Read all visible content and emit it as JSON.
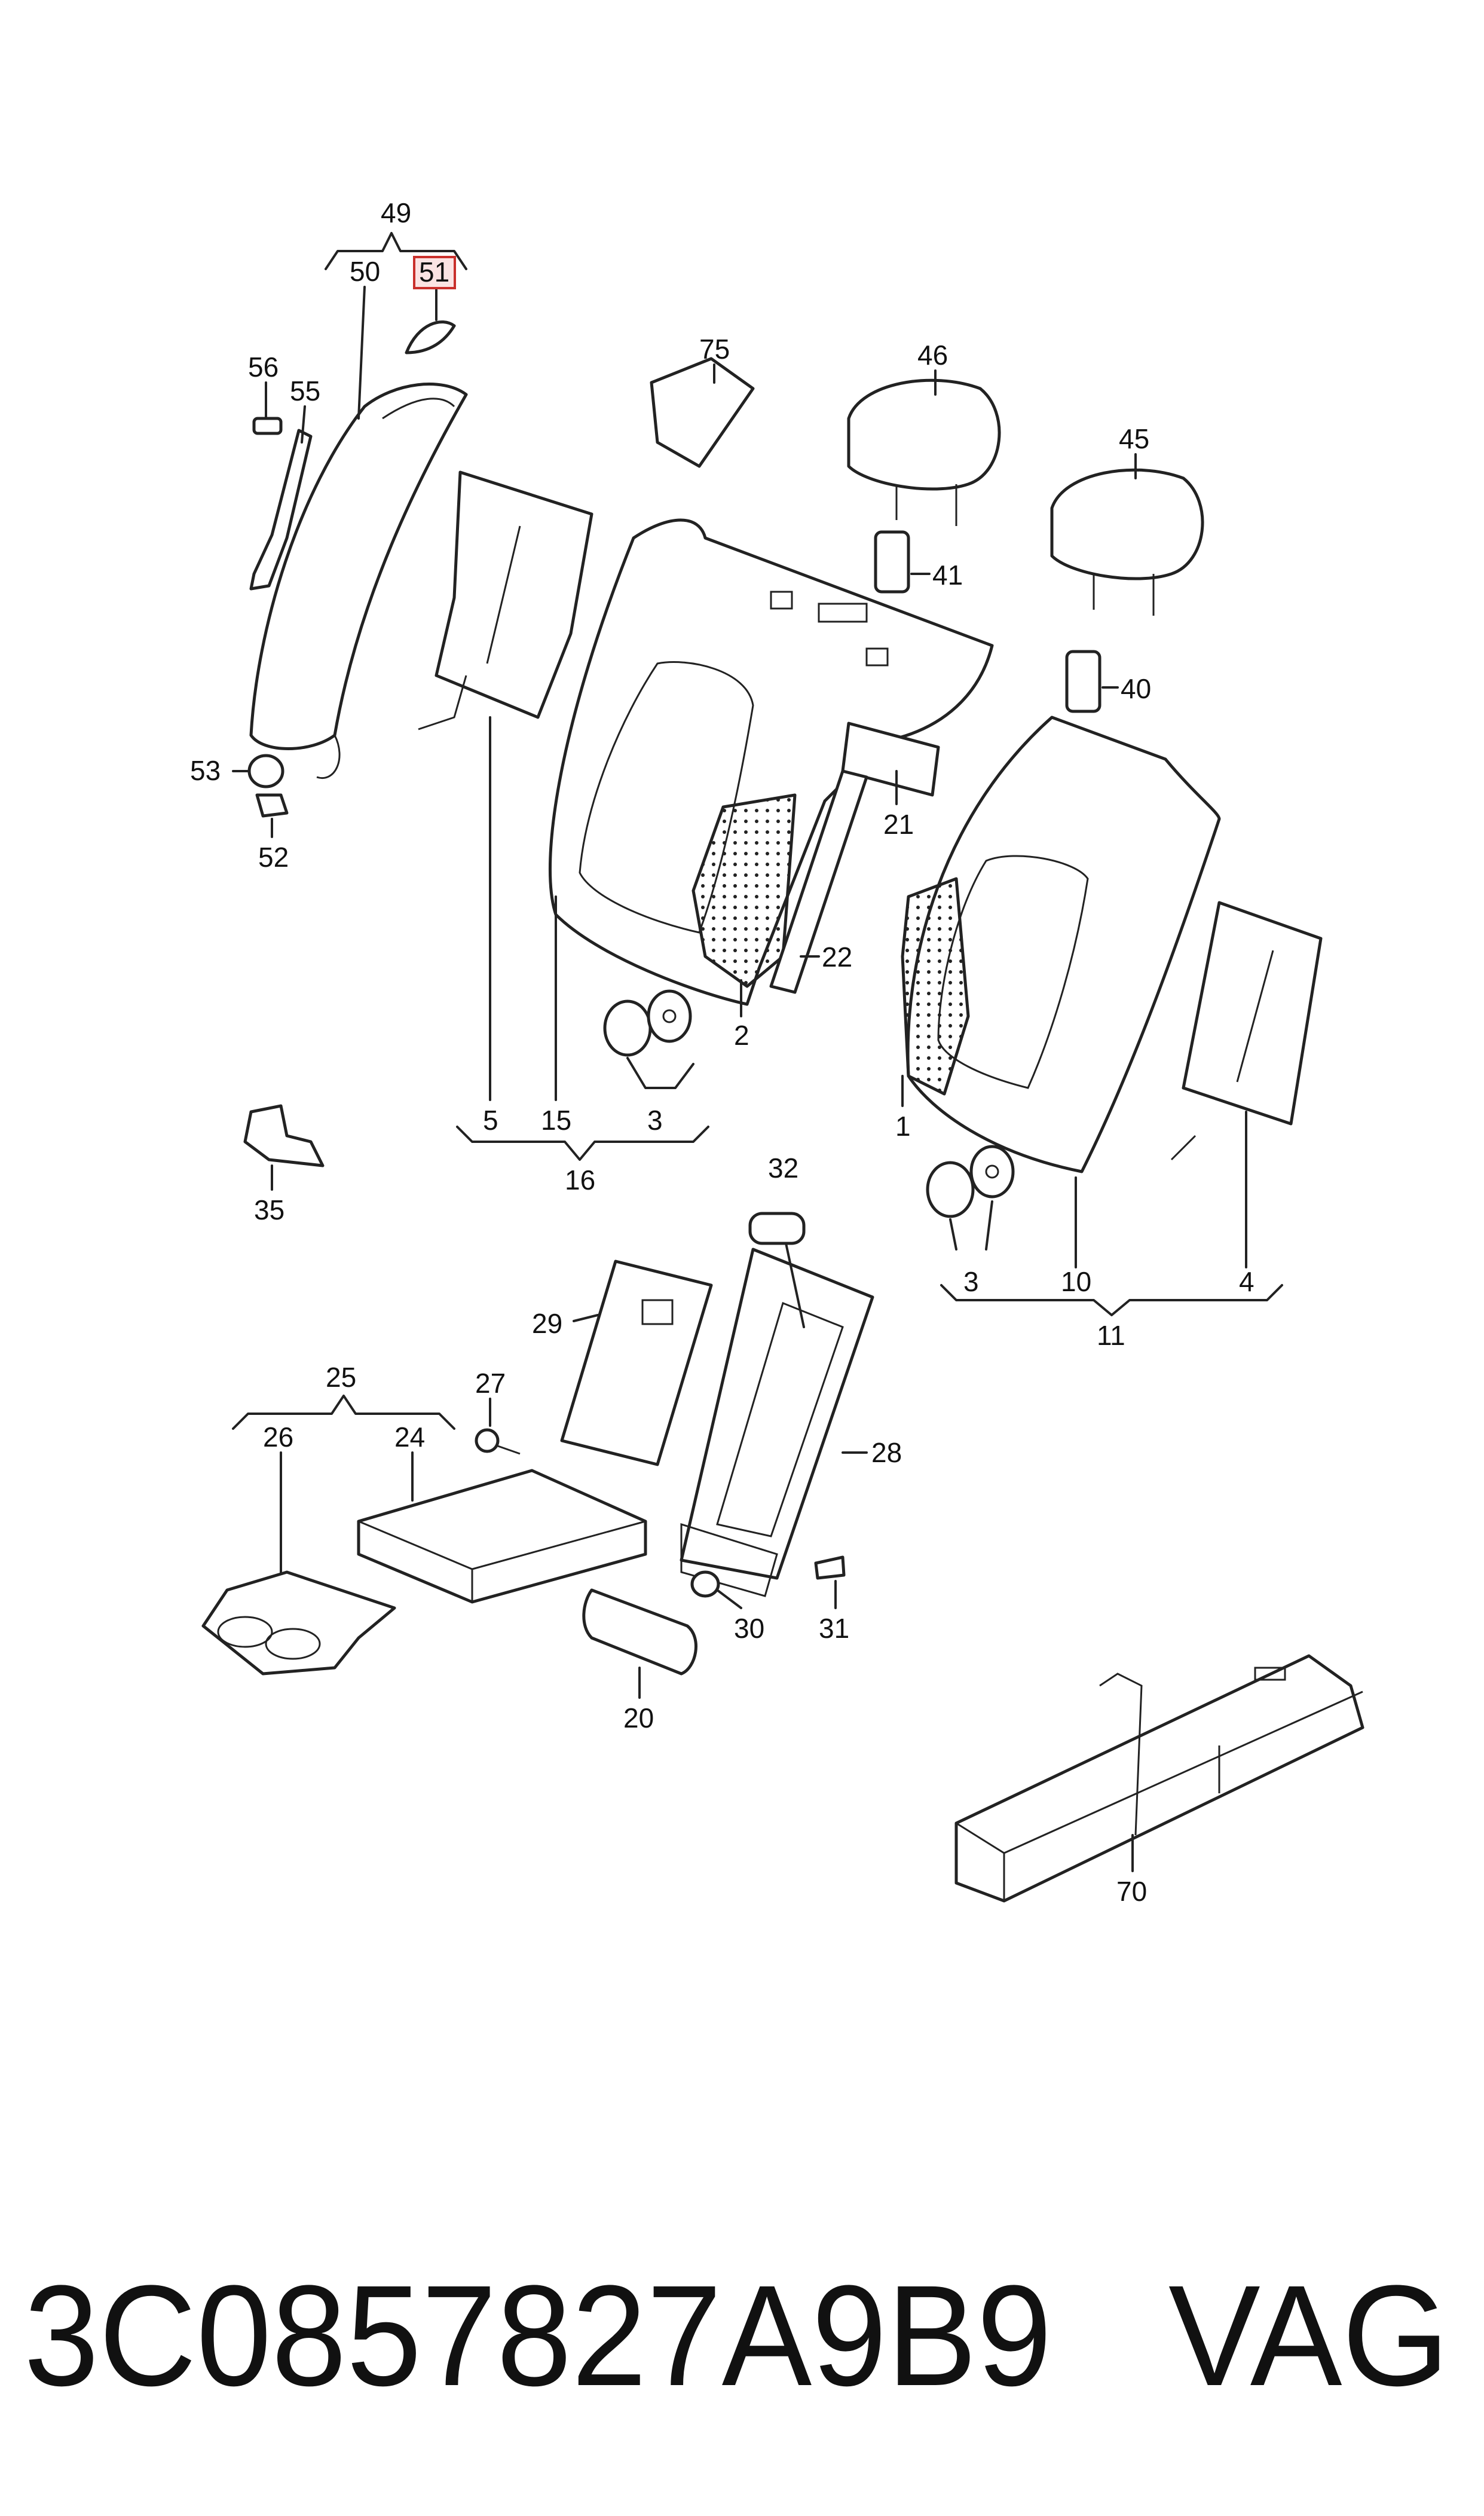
{
  "labels": {
    "l49": "49",
    "l50": "50",
    "l51": "51",
    "l56": "56",
    "l55": "55",
    "l53": "53",
    "l52": "52",
    "l75": "75",
    "l46": "46",
    "l45": "45",
    "l41": "41",
    "l40": "40",
    "l21": "21",
    "l22": "22",
    "l2": "2",
    "l1": "1",
    "l5": "5",
    "l15": "15",
    "l3a": "3",
    "l16": "16",
    "l35": "35",
    "l32": "32",
    "l3b": "3",
    "l10": "10",
    "l4": "4",
    "l11": "11",
    "l29": "29",
    "l25": "25",
    "l26": "26",
    "l24": "24",
    "l27": "27",
    "l28": "28",
    "l30": "30",
    "l31": "31",
    "l20": "20",
    "l70": "70"
  },
  "highlighted_part": "51",
  "highlight_color": "#c9302c",
  "footer": {
    "part_number": "3C0857827A9B9",
    "brand": "VAG"
  }
}
